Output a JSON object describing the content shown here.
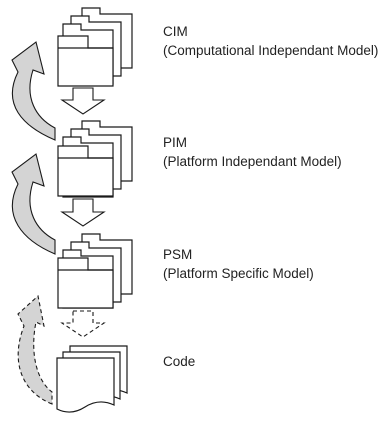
{
  "levels": [
    {
      "name": "CIM",
      "description": "(Computational Independant Model)"
    },
    {
      "name": "PIM",
      "description": "(Platform Independant Model)"
    },
    {
      "name": "PSM",
      "description": "(Platform Specific Model)"
    },
    {
      "name": "Code"
    }
  ],
  "icons": {
    "model_stack": "folder-stack-icon",
    "code_stack": "document-stack-icon",
    "transform_arrow": "down-arrow-icon",
    "feedback_arrow": "curved-arrow-icon"
  },
  "colors": {
    "line": "#1a1a1a",
    "curve_fill": "#d4d4d4",
    "background": "#ffffff"
  }
}
